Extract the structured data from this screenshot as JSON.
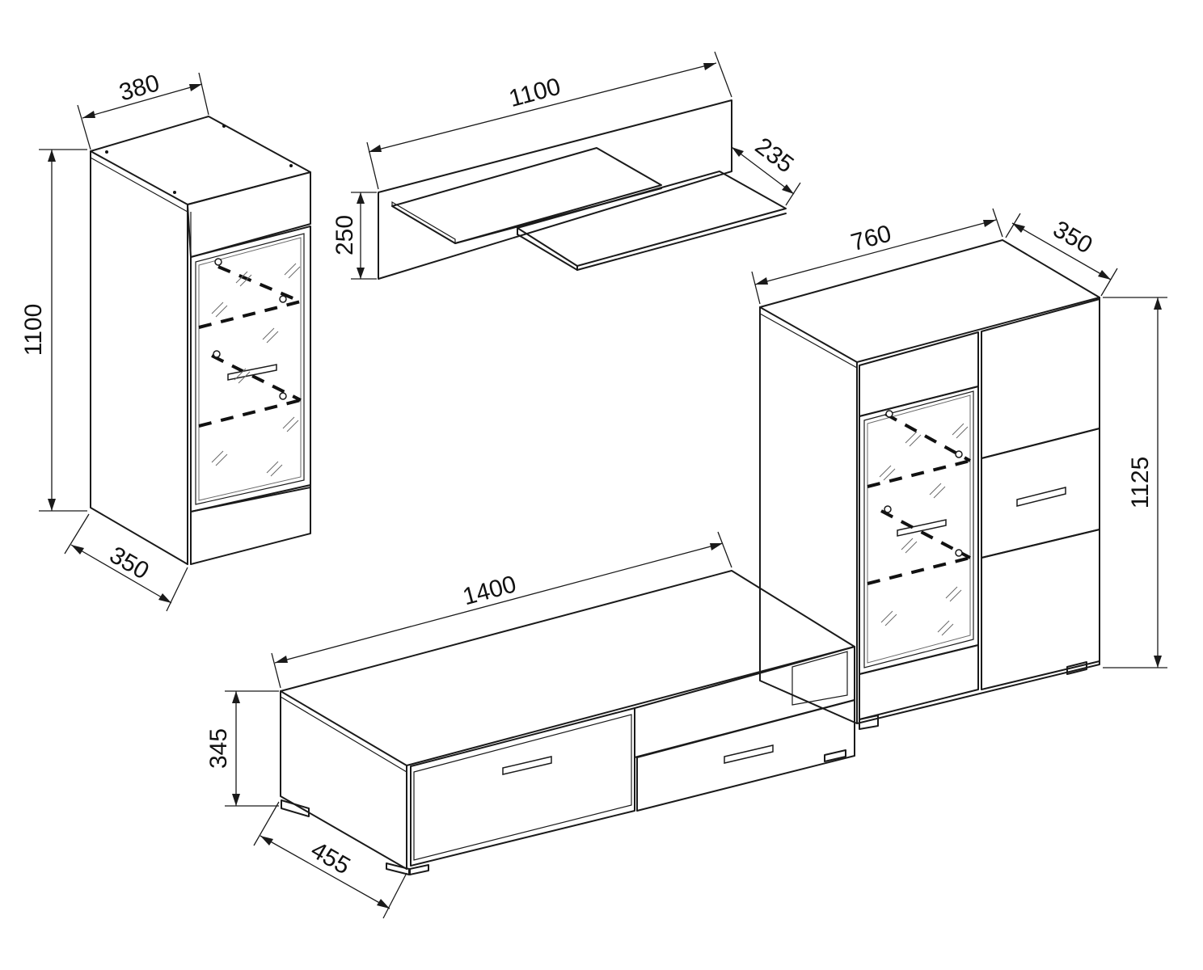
{
  "dimensions": {
    "cabinet_width": "380",
    "cabinet_height": "1100",
    "cabinet_depth": "350",
    "shelf_width": "1100",
    "shelf_depth": "235",
    "shelf_height": "250",
    "highboard_width": "760",
    "highboard_depth": "350",
    "highboard_height": "1125",
    "tv_width": "1400",
    "tv_height": "345",
    "tv_depth": "455"
  }
}
